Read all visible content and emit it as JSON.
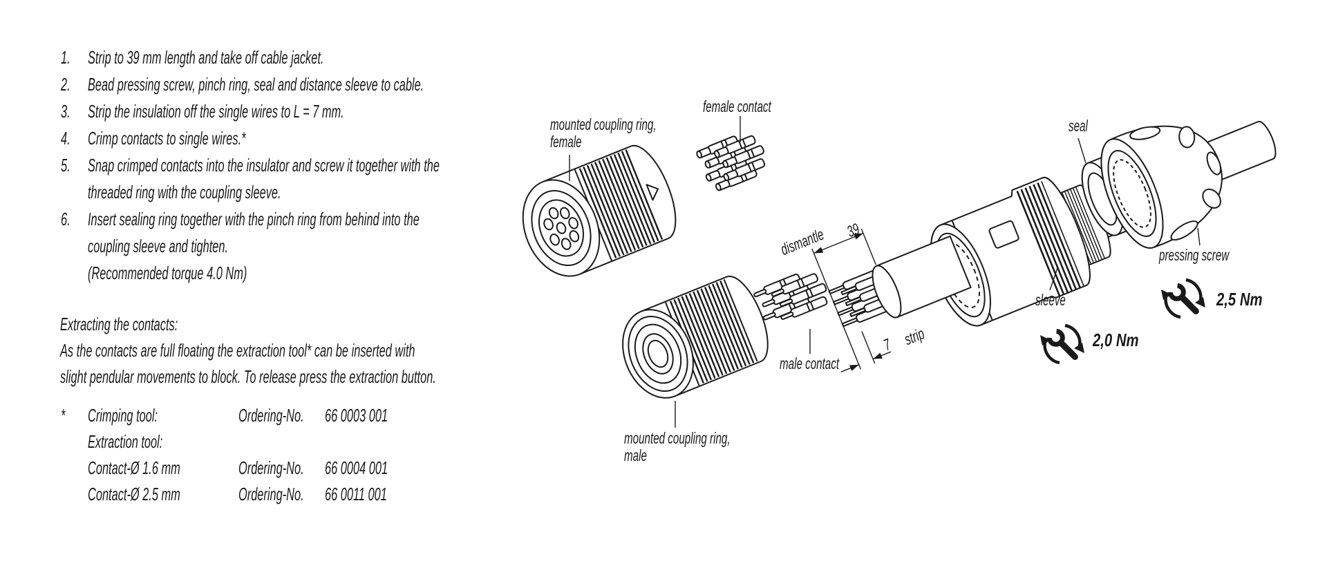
{
  "page": {
    "background": "#ffffff",
    "ink_color": "#1a1a1a"
  },
  "instructions": {
    "items": [
      {
        "number": "1.",
        "lines": [
          "Strip to 39 mm length and take off cable jacket."
        ]
      },
      {
        "number": "2.",
        "lines": [
          "Bead pressing screw, pinch ring, seal and distance sleeve to cable."
        ]
      },
      {
        "number": "3.",
        "lines": [
          "Strip the insulation off the single wires to L = 7 mm."
        ]
      },
      {
        "number": "4.",
        "lines": [
          "Crimp contacts to single wires.*"
        ]
      },
      {
        "number": "5.",
        "lines": [
          "Snap crimped contacts into the insulator and screw it together with the",
          "threaded ring with the coupling sleeve."
        ]
      },
      {
        "number": "6.",
        "lines": [
          "Insert sealing ring together with the pinch ring from behind into the",
          "coupling sleeve and tighten.",
          "(Recommended torque 4.0 Nm)"
        ]
      }
    ]
  },
  "extraction_note": {
    "lines": [
      "Extracting the contacts:",
      "As the contacts are full floating the extraction tool* can be inserted with",
      "slight pendular movements to block. To release press the extraction button."
    ]
  },
  "tools": {
    "footnote_marker": "*",
    "rows": [
      {
        "name": "Crimping tool:",
        "ordering_label": "Ordering-No.",
        "ordering_no": "66 0003 001"
      },
      {
        "name": "Extraction tool:",
        "ordering_label": "",
        "ordering_no": ""
      },
      {
        "name": "Contact-Ø 1.6 mm",
        "ordering_label": "Ordering-No.",
        "ordering_no": "66 0004 001"
      },
      {
        "name": "Contact-Ø 2.5 mm",
        "ordering_label": "Ordering-No.",
        "ordering_no": "66 0011 001"
      }
    ]
  },
  "diagram": {
    "labels": {
      "mounted_coupling_ring_female_1": "mounted coupling ring,",
      "mounted_coupling_ring_female_2": "female",
      "female_contact": "female contact",
      "seal": "seal",
      "dismantle": "dismantle",
      "dim_39": "39",
      "pressing_screw": "pressing screw",
      "sleeve": "sleeve",
      "male_contact": "male contact",
      "dim_7": "7",
      "strip": "strip",
      "mounted_coupling_ring_male_1": "mounted coupling ring,",
      "mounted_coupling_ring_male_2": "male",
      "torque_sleeve": "2,0 Nm",
      "torque_pressing_screw": "2,5 Nm"
    },
    "icons": {
      "torque_sleeve_icon": "wrench-rotate-icon",
      "torque_pressing_screw_icon": "wrench-rotate-icon"
    }
  }
}
